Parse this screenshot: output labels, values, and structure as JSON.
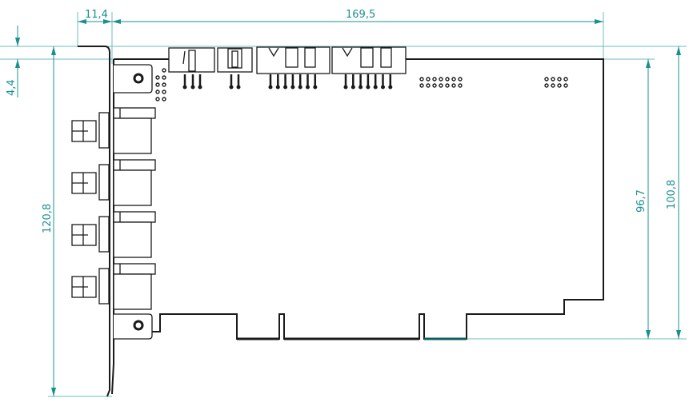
{
  "title": "PCI card mechanical drawing",
  "dimensions": {
    "bracket_offset": "11,4",
    "board_length": "169,5",
    "bracket_top_offset": "4,4",
    "bracket_height": "120,8",
    "board_height": "96,7",
    "board_height_total": "100,8"
  },
  "colors": {
    "dimension": "#1b8f8f",
    "outline": "#1a1a1a"
  }
}
